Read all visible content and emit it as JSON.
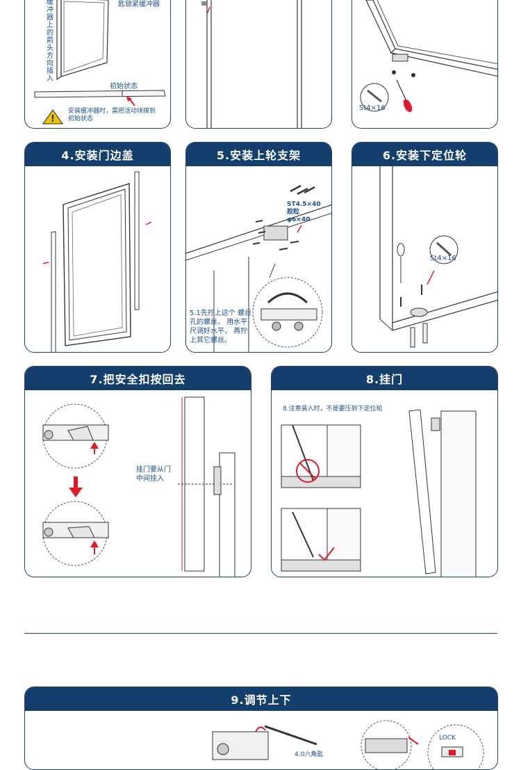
{
  "top": {
    "vertical_text": "缓冲器上的箭头方向插入",
    "note_lock": "匙锁紧缓冲器",
    "label_initial": "初始状态",
    "warning": "安装缓冲器时，需把活动块拨到初始状态",
    "screw_label": "St4×16"
  },
  "steps": [
    {
      "title": "4.安装门边盖"
    },
    {
      "title": "5.安装上轮支架",
      "screw_spec": "ST4.5×40 胶粒φ6×40",
      "note": "5.1先拧上这个 螺丝孔的螺丝， 用水平尺调好水平， 再拧上其它螺丝。"
    },
    {
      "title": "6.安装下定位轮",
      "screw_label": "St4×16"
    },
    {
      "title": "7.把安全扣按回去",
      "note": "挂门要从门中间挂入"
    },
    {
      "title": "8.挂门",
      "note": "8.注意装入时，不是要压到下定位轮"
    },
    {
      "title": "9.调节上下",
      "wrench_label": "4.0六角匙",
      "lock_label": "LOCK"
    }
  ],
  "colors": {
    "header": "#143e6b",
    "border": "#1e3f66",
    "accent": "#e01a2b",
    "warn": "#f2c400"
  }
}
